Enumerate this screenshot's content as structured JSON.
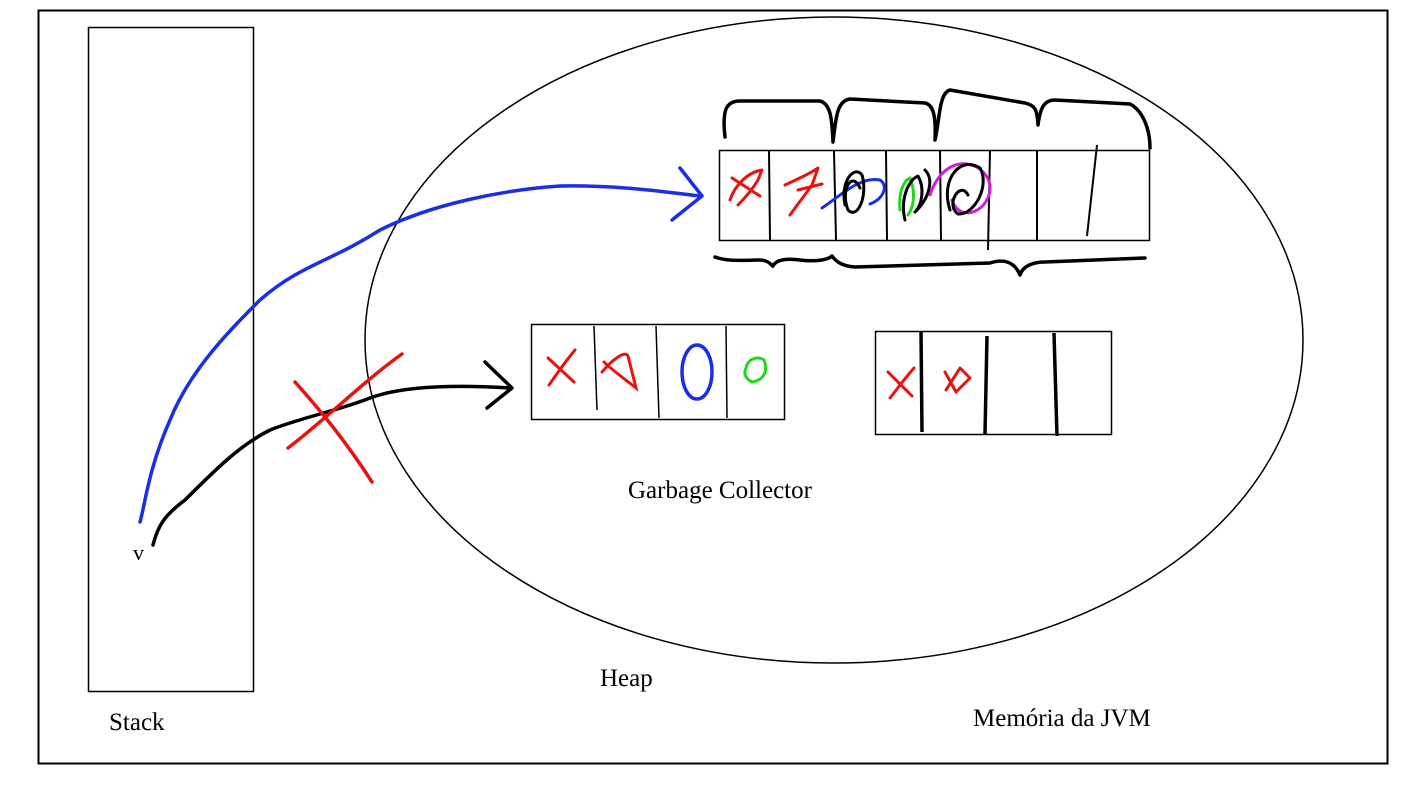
{
  "labels": {
    "stack": "Stack",
    "heap": "Heap",
    "garbage_collector": "Garbage Collector",
    "jvm_memory": "Memória da JVM",
    "variable": "v"
  },
  "colors": {
    "outline": "#000000",
    "ink_red": "#e8130f",
    "ink_blue": "#1a2ee6",
    "ink_green": "#22d61c",
    "ink_magenta": "#d21fd6",
    "ink_black": "#000000"
  }
}
